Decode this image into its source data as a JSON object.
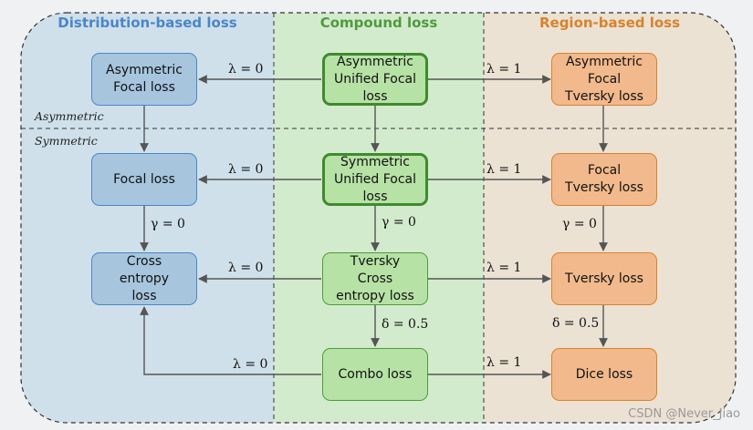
{
  "columns": {
    "distribution": "Distribution-based loss",
    "compound": "Compound loss",
    "region": "Region-based loss"
  },
  "rows": {
    "asymmetric": "Asymmetric",
    "symmetric": "Symmetric"
  },
  "nodes": {
    "asym_focal": "Asymmetric\nFocal loss",
    "asym_unified": "Asymmetric\nUnified Focal\nloss",
    "asym_ft": "Asymmetric\nFocal\nTversky loss",
    "focal": "Focal loss",
    "sym_unified": "Symmetric\nUnified Focal\nloss",
    "focal_tversky": "Focal\nTversky loss",
    "ce": "Cross\nentropy\nloss",
    "tversky_ce": "Tversky\nCross\nentropy loss",
    "tversky": "Tversky loss",
    "combo": "Combo loss",
    "dice": "Dice loss"
  },
  "edge_labels": {
    "lambda0": "λ = 0",
    "lambda1": "λ = 1",
    "gamma0": "γ = 0",
    "delta05": "δ = 0.5"
  },
  "watermark": "CSDN @Never_Jiao"
}
